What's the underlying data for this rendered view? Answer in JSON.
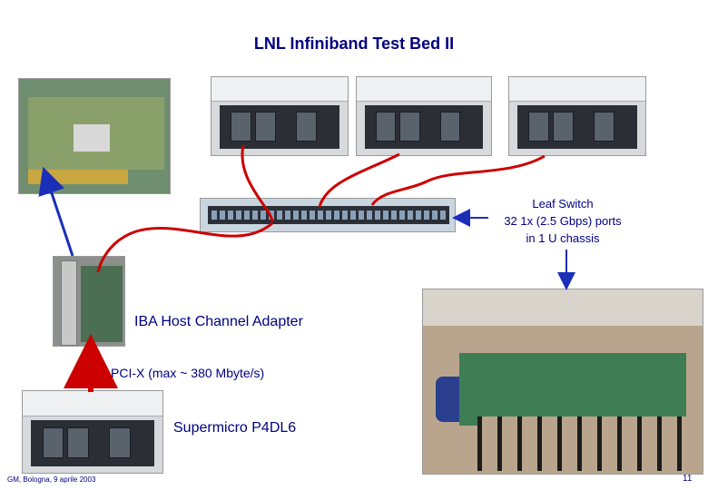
{
  "slide": {
    "title": "LNL Infiniband Test Bed II",
    "labels": {
      "leaf_switch": [
        "Leaf Switch",
        "32 1x (2.5 Gbps) ports",
        "in 1 U chassis"
      ],
      "hca": "IBA Host Channel Adapter",
      "pci": "PCI-X (max ~ 380 Mbyte/s)",
      "supermicro": "Supermicro P4DL6"
    },
    "footer_left": "GM, Bologna, 9 aprile 2003",
    "page_number": "11"
  },
  "colors": {
    "text": "#000080",
    "cable": "#cc0000",
    "arrow_blue": "#1a2fb8",
    "arrow_red": "#cc0000"
  },
  "icons": [
    "host-server-icon",
    "leaf-switch-icon",
    "hca-card-icon",
    "pcb-card-icon"
  ]
}
